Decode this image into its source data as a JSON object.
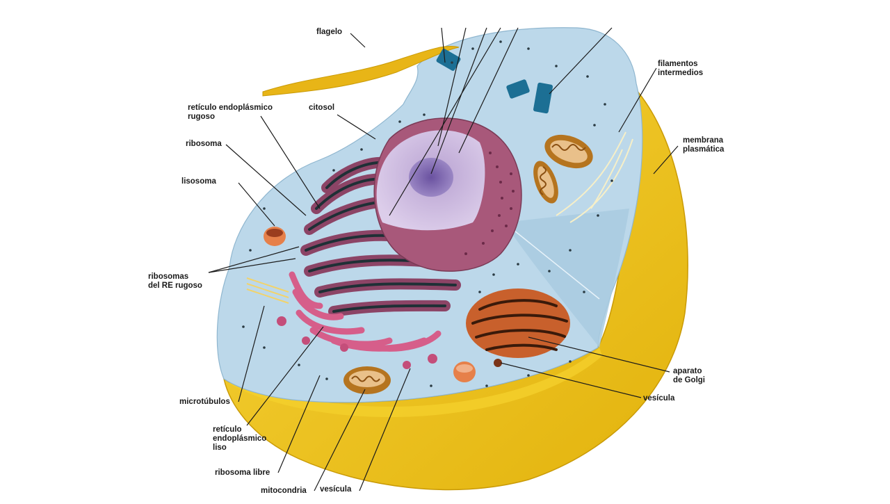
{
  "diagram": {
    "colors": {
      "membrane": "#f2c51a",
      "membrane_dark": "#d9a80a",
      "cytosol": "#bcd8ea",
      "nucleus_envelope": "#a8587a",
      "nucleoplasm": "#cdb8dc",
      "nucleolus": "#7e64ad",
      "rough_er": "#8c4466",
      "smooth_er": "#d65e8a",
      "mitochondria_outer": "#b5741f",
      "golgi": "#c8602c",
      "centriole": "#1c6f94",
      "lysosome": "#e6804a",
      "leader_line": "#1a1a1a"
    },
    "labels": {
      "flagelo": "flagelo",
      "citosol": "citosol",
      "reticulo_rugoso_1": "retículo endoplásmico",
      "reticulo_rugoso_2": "rugoso",
      "ribosoma": "ribosoma",
      "lisosoma": "lisosoma",
      "ribosomas_re_1": "ribosomas",
      "ribosomas_re_2": "del RE rugoso",
      "microtubulos": "microtúbulos",
      "reticulo_liso_1": "retículo",
      "reticulo_liso_2": "endoplásmico",
      "reticulo_liso_3": "liso",
      "ribosoma_libre": "ribosoma libre",
      "mitocondria": "mitocondria",
      "vesicula_bottom": "vesícula",
      "filamentos_1": "filamentos",
      "filamentos_2": "intermedios",
      "membrana_1": "membrana",
      "membrana_2": "plasmática",
      "aparato_1": "aparato",
      "aparato_2": "de Golgi",
      "vesicula_right": "vesícula"
    }
  }
}
